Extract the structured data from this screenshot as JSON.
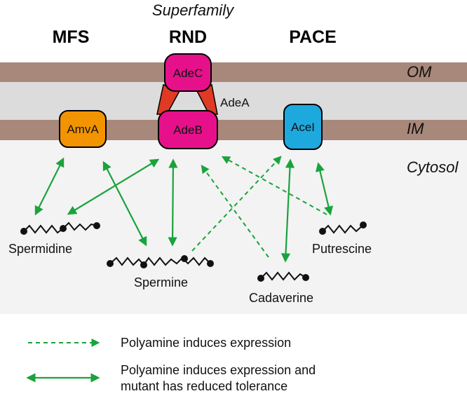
{
  "header": {
    "title": "Superfamily",
    "families": [
      "MFS",
      "RND",
      "PACE"
    ]
  },
  "layers": {
    "outer_membrane": "OM",
    "inner_membrane": "IM",
    "cytosol": "Cytosol"
  },
  "proteins": {
    "amva": "AmvA",
    "adec": "AdeC",
    "adea": "AdeA",
    "adeb": "AdeB",
    "acei": "AceI"
  },
  "molecules": {
    "spermidine": "Spermidine",
    "spermine": "Spermine",
    "cadaverine": "Cadaverine",
    "putrescine": "Putrescine"
  },
  "legend": {
    "dashed_label": "Polyamine induces expression",
    "solid_label_line1": "Polyamine induces expression and",
    "solid_label_line2": "mutant has reduced tolerance"
  },
  "colors": {
    "membrane": "#a8887a",
    "periplasm": "#dcdcdc",
    "cytosol": "#f3f3f3",
    "amva": "#f29400",
    "ade": "#e6118a",
    "adea": "#e03a24",
    "acei": "#1ea9de",
    "arrow": "#19a33c"
  }
}
